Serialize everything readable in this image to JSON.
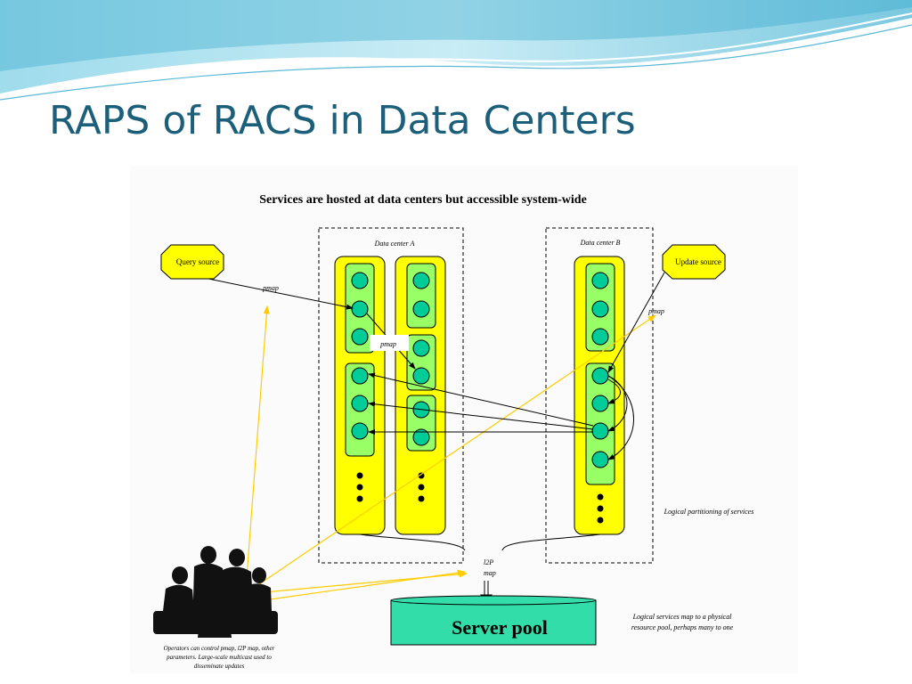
{
  "slide": {
    "title": "RAPS of RACS in Data Centers"
  },
  "diagram": {
    "heading": "Services are hosted at data centers but accessible system-wide",
    "data_center_a": "Data center A",
    "data_center_b": "Data center B",
    "query_source": "Query source",
    "update_source": "Update source",
    "pmap_query": "pmap",
    "pmap_center": "pmap",
    "pmap_update": "pmap",
    "logical_partitioning": "Logical partitioning of services",
    "l2p_map_line1": "l2P",
    "l2p_map_line2": "map",
    "server_pool": "Server pool",
    "logical_services_line1": "Logical services map to a physical",
    "logical_services_line2": "resource pool, perhaps many to one",
    "operators_line1": "Operators can control pmap, l2P map, other",
    "operators_line2": "parameters.  Large-scale multicast used to",
    "operators_line3": "disseminate updates"
  },
  "colors": {
    "title": "#1b5f7a",
    "column_yellow": "#ffff00",
    "group_green": "#99ff66",
    "node_teal": "#00cc99",
    "server_pool": "#33ddaa",
    "multicast_arrow": "#ffcc00"
  },
  "icons": {
    "operators": "people-group-icon"
  }
}
